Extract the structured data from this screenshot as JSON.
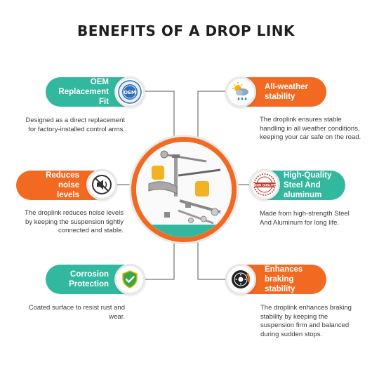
{
  "title": "BENEFITS OF A DROP LINK",
  "colors": {
    "teal": "#33b8a0",
    "orange": "#f26a22",
    "line": "#555555"
  },
  "benefits": [
    {
      "label": "OEM\nReplacement Fit",
      "icon": "oem-seal-icon",
      "badge_text": "OEM",
      "description": "Designed as a direct replacement for factory-installed control arms."
    },
    {
      "label": "All-weather\nstability",
      "icon": "weather-icon",
      "description": "The droplink ensures stable handling in all weather conditions, keeping your car safe on the road."
    },
    {
      "label": "Reduces noise\nlevels",
      "icon": "no-noise-icon",
      "description": "The droplink reduces noise levels by keeping the suspension tightly connected and stable."
    },
    {
      "label": "High-Quality\nSteel And\naluminum",
      "icon": "high-quality-stamp-icon",
      "badge_text": "HIGH QUALITY",
      "description": "Made from high-strength Steel And Aluminum for long life."
    },
    {
      "label": "Corrosion\nProtection",
      "icon": "shield-check-icon",
      "description": "Coated surface to resist rust and wear."
    },
    {
      "label": "Enhances\nbraking\nstability",
      "icon": "brake-disc-icon",
      "description": "The droplink enhances braking stability by keeping the suspension firm and balanced during sudden stops."
    }
  ],
  "hub": {
    "icon": "drop-link-parts-image"
  }
}
